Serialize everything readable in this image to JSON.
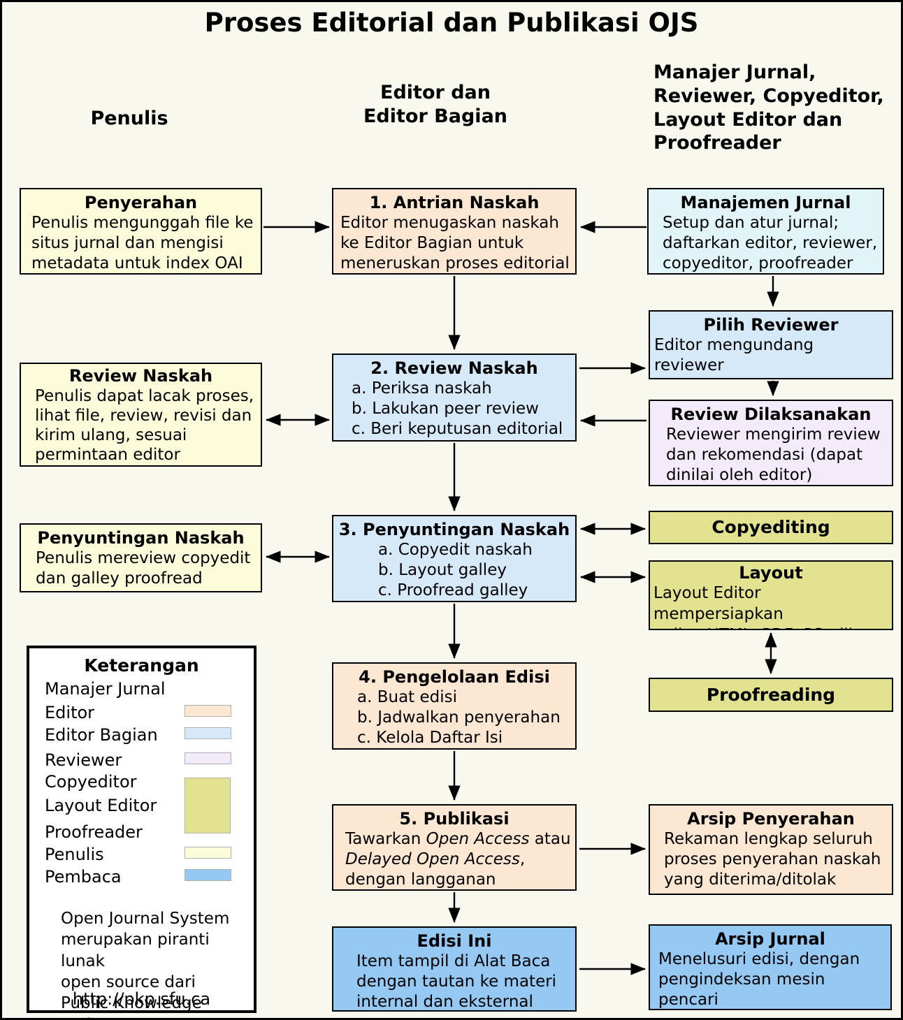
{
  "title": "Proses Editorial dan Publikasi OJS",
  "column_headers": {
    "penulis": "Penulis",
    "editor_bagian": "Editor dan\nEditor Bagian",
    "manajer": "Manajer Jurnal,\nReviewer, Copyeditor,\nLayout Editor dan\nProofreader"
  },
  "boxes": {
    "penyerahan": {
      "title": "Penyerahan",
      "body": "Penulis mengunggah file ke\nsitus jurnal dan mengisi\nmetadata untuk index OAI"
    },
    "antrian_naskah": {
      "title": "1. Antrian Naskah",
      "body": "Editor menugaskan naskah\nke Editor Bagian untuk\nmeneruskan proses editorial"
    },
    "manajemen_jurnal": {
      "title": "Manajemen Jurnal",
      "body": "Setup dan atur jurnal;\ndaftarkan editor, reviewer,\ncopyeditor, proofreader"
    },
    "review_naskah_penulis": {
      "title": "Review Naskah",
      "body": "Penulis dapat lacak proses,\nlihat file, review, revisi dan\nkirim ulang, sesuai\npermintaan editor"
    },
    "review_naskah": {
      "title": "2. Review Naskah",
      "body": "a. Periksa naskah\nb. Lakukan peer review\nc. Beri keputusan editorial"
    },
    "pilih_reviewer": {
      "title": "Pilih Reviewer",
      "body": "Editor mengundang reviewer\ndari database, muat"
    },
    "review_dilaksanakan": {
      "title": "Review Dilaksanakan",
      "body": "Reviewer mengirim review\ndan rekomendasi (dapat\ndinilai oleh editor)"
    },
    "penyuntingan_naskah_penulis": {
      "title": "Penyuntingan Naskah",
      "body": "Penulis mereview copyedit\ndan galley proofread"
    },
    "penyuntingan_naskah": {
      "title": "3. Penyuntingan Naskah",
      "body": "a. Copyedit naskah\nb. Layout galley\nc. Proofread galley"
    },
    "copyediting": {
      "title": "Copyediting"
    },
    "layout": {
      "title": "Layout",
      "body": "Layout Editor mempersiapkan\ngalley HTML, PDF, PS, dll."
    },
    "proofreading": {
      "title": "Proofreading"
    },
    "pengelolaan_edisi": {
      "title": "4. Pengelolaan Edisi",
      "body": "a. Buat edisi\nb. Jadwalkan penyerahan\nc. Kelola Daftar Isi"
    },
    "publikasi": {
      "title": "5. Publikasi",
      "body_t1": "Tawarkan ",
      "body_i1": "Open Access",
      "body_t2": " atau",
      "body_i2": "Delayed Open Access",
      "body_t3": ",",
      "body_t4": "dengan langganan"
    },
    "arsip_penyerahan": {
      "title": "Arsip Penyerahan",
      "body": "Rekaman lengkap seluruh\nproses penyerahan naskah\nyang diterima/ditolak"
    },
    "edisi_ini": {
      "title": "Edisi Ini",
      "body": "Item tampil di Alat Baca\ndengan tautan ke materi\ninternal dan eksternal"
    },
    "arsip_jurnal": {
      "title": "Arsip Jurnal",
      "body": "Menelusuri edisi, dengan\npengindeksan mesin pencari\nOAI, Google, dll"
    }
  },
  "legend": {
    "title": "Keterangan",
    "rows": [
      {
        "label": "Manajer Jurnal"
      },
      {
        "label": "Editor",
        "color": "#FBE7D2"
      },
      {
        "label": "Editor Bagian",
        "color": "#D6E9F9"
      },
      {
        "label": "Reviewer",
        "color": "#F4EBFA"
      },
      {
        "label": "Copyeditor",
        "color": "#E2E291"
      },
      {
        "label": "Layout Editor",
        "color": "#E2E291"
      },
      {
        "label": "Proofreader",
        "color": "#E2E291"
      },
      {
        "label": "Penulis",
        "color": "#FCFCDB"
      },
      {
        "label": "Pembaca",
        "color": "#95C8F2"
      }
    ],
    "footer": "Open Journal System\nmerupakan piranti lunak\nopen source dari\nPublic Knowledge Project",
    "url": "http://pkp.sfu.ca"
  },
  "colors": {
    "background": "#F8F8EF",
    "penulis": "#FCFCDB",
    "editor": "#FBE7D2",
    "editor_bagian": "#D6E9F9",
    "manajer_jurnal": "#E1F5F9",
    "reviewer": "#F4EBFA",
    "copyeditor_layout_proofreader": "#E2E291",
    "pembaca": "#95C8F2"
  }
}
